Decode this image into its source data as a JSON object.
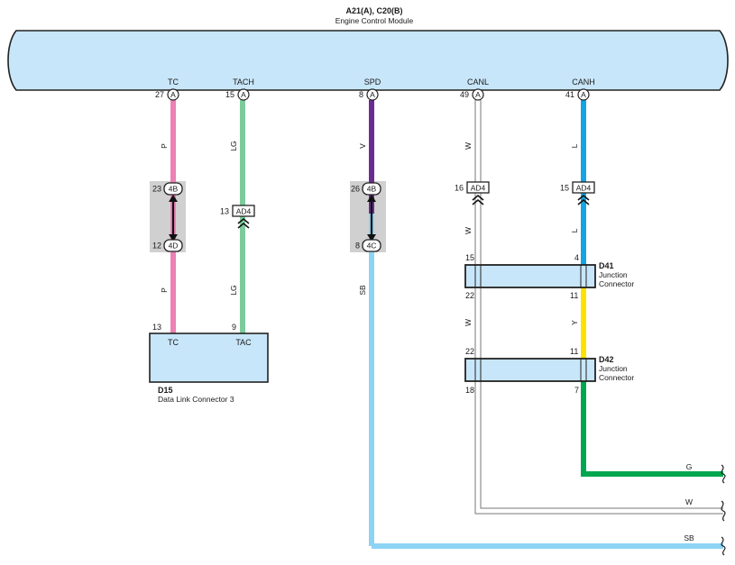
{
  "ecm": {
    "code": "A21(A), C20(B)",
    "name": "Engine Control Module",
    "pins": [
      {
        "label": "TC",
        "num": "27",
        "conn": "A"
      },
      {
        "label": "TACH",
        "num": "15",
        "conn": "A"
      },
      {
        "label": "SPD",
        "num": "8",
        "conn": "A"
      },
      {
        "label": "CANL",
        "num": "49",
        "conn": "A"
      },
      {
        "label": "CANH",
        "num": "41",
        "conn": "A"
      }
    ]
  },
  "wires": {
    "tc": {
      "color_code": "P",
      "color": "#ec82b4"
    },
    "tach": {
      "color_code": "LG",
      "color": "#7dcb9c"
    },
    "spd_upper": {
      "color_code": "V",
      "color": "#6b2c91"
    },
    "spd_lower": {
      "color_code": "SB",
      "color": "#8dd3f3"
    },
    "canl": {
      "color_code": "W",
      "color": "#ffffff"
    },
    "canh_upper": {
      "color_code": "L",
      "color": "#14a4e3"
    },
    "canh_mid": {
      "color_code": "Y",
      "color": "#ffe100"
    },
    "canh_lower": {
      "color_code": "G",
      "color": "#00a650"
    }
  },
  "inline_connectors": {
    "tc_top": {
      "pin": "23",
      "code": "4B"
    },
    "tc_bottom": {
      "pin": "12",
      "code": "4D"
    },
    "tach": {
      "pin": "13",
      "code": "AD4"
    },
    "spd_top": {
      "pin": "26",
      "code": "4B"
    },
    "spd_bottom": {
      "pin": "8",
      "code": "4C"
    },
    "canl": {
      "pin": "16",
      "code": "AD4"
    },
    "canh": {
      "pin": "15",
      "code": "AD4"
    }
  },
  "dlc": {
    "code": "D15",
    "name": "Data Link Connector 3",
    "pins": [
      {
        "label": "TC",
        "num": "13"
      },
      {
        "label": "TAC",
        "num": "9"
      }
    ]
  },
  "junction_d41": {
    "code": "D41",
    "name_line1": "Junction",
    "name_line2": "Connector",
    "pin_top_left": "15",
    "pin_top_right": "4",
    "pin_bottom_left": "22",
    "pin_bottom_right": "11"
  },
  "junction_d42": {
    "code": "D42",
    "name_line1": "Junction",
    "name_line2": "Connector",
    "pin_top_left": "22",
    "pin_top_right": "11",
    "pin_bottom_left": "18",
    "pin_bottom_right": "7"
  },
  "exits": [
    {
      "color_code": "G"
    },
    {
      "color_code": "W"
    },
    {
      "color_code": "SB"
    }
  ],
  "colors": {
    "module_fill": "#c8e6f9",
    "outline": "#222222",
    "splice_shade": "#d0d0d0"
  }
}
